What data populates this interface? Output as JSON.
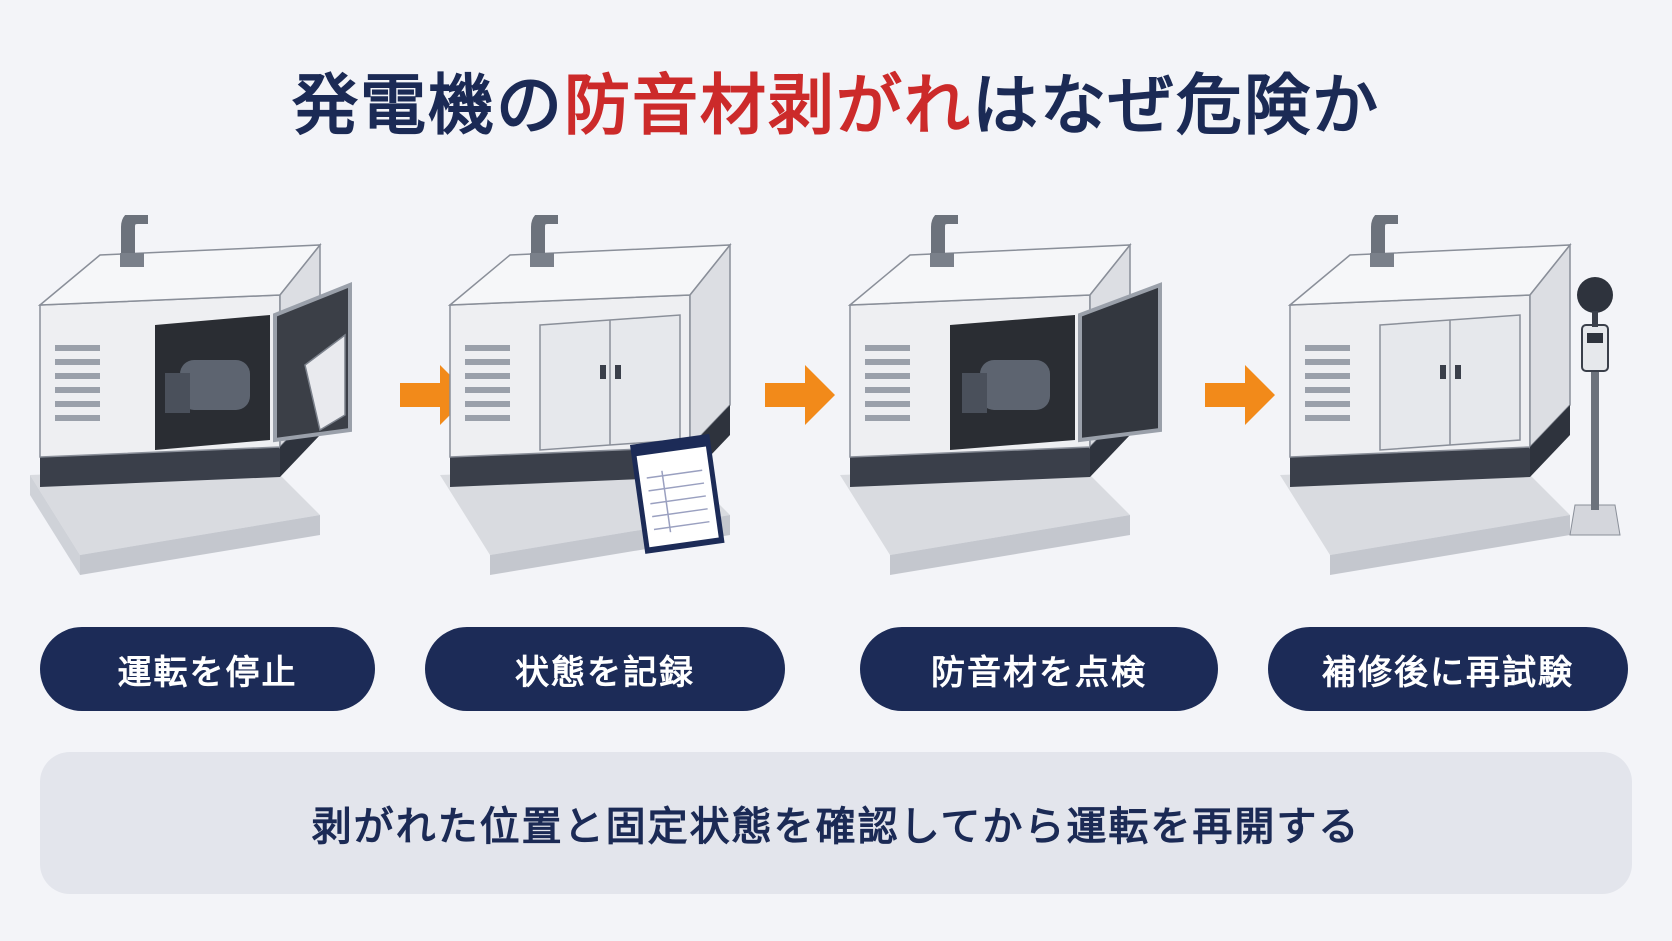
{
  "title": {
    "part1": "発電機の",
    "part2": "防音材剥がれ",
    "part3": "はなぜ危険か"
  },
  "steps": [
    {
      "label": "運転を停止"
    },
    {
      "label": "状態を記録"
    },
    {
      "label": "防音材を点検"
    },
    {
      "label": "補修後に再試験"
    }
  ],
  "banner": {
    "text": "剥がれた位置と固定状態を確認してから運転を再開する"
  },
  "colors": {
    "navy": "#1c2b57",
    "red": "#cc2a2a",
    "arrow_orange": "#f28a1a",
    "background": "#f3f4f8"
  },
  "icons": [
    "generator-open-peeling-icon",
    "generator-closed-clipboard-icon",
    "generator-open-inspect-icon",
    "generator-closed-sound-meter-icon",
    "arrow-right-icon"
  ]
}
